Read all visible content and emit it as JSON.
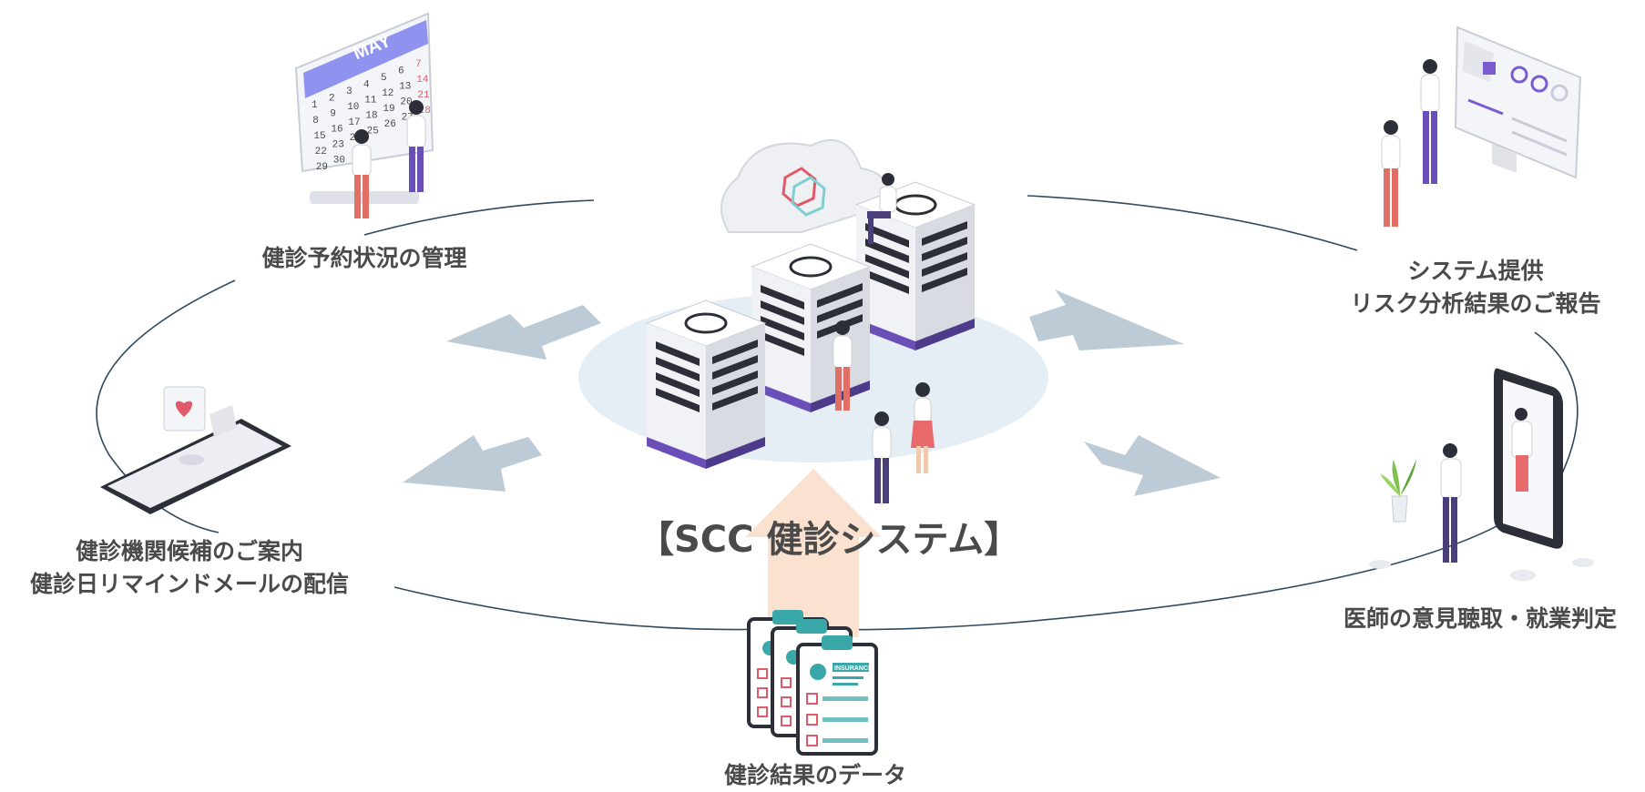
{
  "center": {
    "title": "【SCC 健診システム】"
  },
  "calendar": {
    "month": "MAY",
    "days": [
      "1",
      "2",
      "3",
      "4",
      "5",
      "6",
      "7",
      "8",
      "9",
      "10",
      "11",
      "12",
      "13",
      "14",
      "15",
      "16",
      "17",
      "18",
      "19",
      "20",
      "21",
      "22",
      "23",
      "24",
      "25",
      "26",
      "27",
      "28",
      "29",
      "30"
    ]
  },
  "form": {
    "header": "INSURANCE"
  },
  "nodes": {
    "reservation": {
      "label": "健診予約状況の管理"
    },
    "report": {
      "line1": "システム提供",
      "line2": "リスク分析結果のご報告"
    },
    "guidance": {
      "line1": "健診機関候補のご案内",
      "line2": "健診日リマインドメールの配信"
    },
    "doctor": {
      "label": "医師の意見聴取・就業判定"
    },
    "data": {
      "label": "健診結果のデータ"
    }
  },
  "colors": {
    "arrow": "#bccbd6",
    "ring": "#2f4a5e",
    "input_arrow": "#fbe1cf",
    "text": "#4a4a4a",
    "purple": "#6b4fb8",
    "server_front": "#f1f2f6",
    "server_side": "#d9dbe3",
    "teal": "#3aa8a8",
    "platform": "#e5edf5"
  }
}
